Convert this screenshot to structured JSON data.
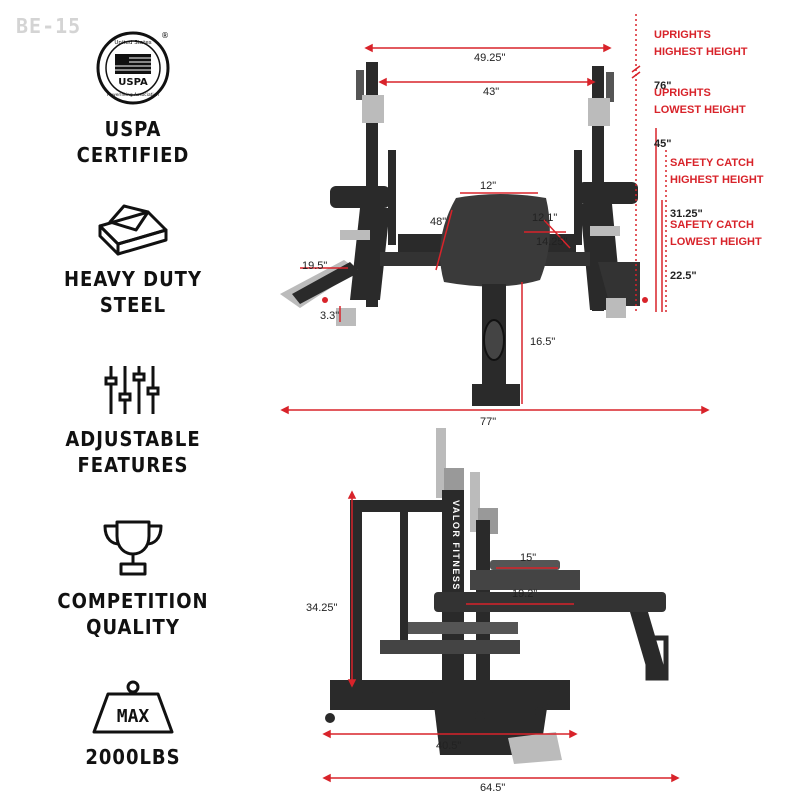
{
  "model_code": "BE-15",
  "accent_color": "#d8232a",
  "metal_color": "#2a2a2a",
  "features": [
    {
      "icon": "uspa-seal-icon",
      "label": "USPA\nCERTIFIED"
    },
    {
      "icon": "steel-ingot-icon",
      "label": "HEAVY DUTY\nSTEEL"
    },
    {
      "icon": "adjustable-sliders-icon",
      "label": "ADJUSTABLE\nFEATURES"
    },
    {
      "icon": "trophy-icon",
      "label": "COMPETITION\nQUALITY"
    },
    {
      "icon": "weight-max-icon",
      "label": "2000LBS"
    }
  ],
  "uspa_logo": {
    "top_text": "United States",
    "center_text": "USPA",
    "bottom_text": "Powerlifting Association",
    "registered": "®"
  },
  "weight_icon_text": "MAX",
  "front_view": {
    "dims": {
      "outer_width": "49.25\"",
      "inner_width": "43\"",
      "bench_pad_width": "12\"",
      "bench_pad_length": "48\"",
      "spotter_width": "12.1\"",
      "spotter_depth": "14.25\"",
      "foot_depth": "19.5\"",
      "foot_height": "3.3\"",
      "bench_height": "16.5\"",
      "total_length": "77\""
    },
    "side_labels": {
      "uprights_highest": {
        "title": "UPRIGHTS\nHIGHEST HEIGHT",
        "value": "76\""
      },
      "uprights_lowest": {
        "title": "UPRIGHTS\nLOWEST HEIGHT",
        "value": "45\""
      },
      "safety_highest": {
        "title": "SAFETY CATCH\nHIGHEST HEIGHT",
        "value": "31.25\""
      },
      "safety_lowest": {
        "title": "SAFETY CATCH\nLOWEST HEIGHT",
        "value": "22.5\""
      }
    }
  },
  "side_view": {
    "brand_text": "VALOR FITNESS",
    "dims": {
      "pad_width": "15\"",
      "platform_width": "19.2\"",
      "rack_height": "34.25\"",
      "base_depth": "40.5\"",
      "overall_depth": "64.5\""
    }
  }
}
